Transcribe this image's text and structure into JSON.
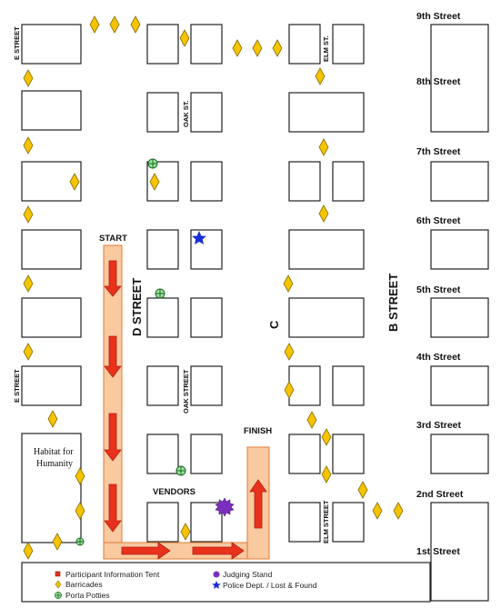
{
  "streets": {
    "s9": "9th Street",
    "s8": "8th Street",
    "s7": "7th Street",
    "s6": "6th Street",
    "s5": "5th Street",
    "s4": "4th Street",
    "s3": "3rd Street",
    "s2": "2nd Street",
    "s1": "1st Street",
    "e_top": "E STREET",
    "e_bottom": "E STREET",
    "d": "D STREET",
    "c": "C",
    "b": "B STREET",
    "oak_top": "OAK ST.",
    "oak_bottom": "OAK STREET",
    "elm_top": "ELM ST.",
    "elm_bottom": "ELM STREET"
  },
  "labels": {
    "start": "START",
    "finish": "FINISH",
    "vendors": "VENDORS",
    "habitat_line1": "Habitat for",
    "habitat_line2": "Humanity"
  },
  "legend": {
    "info_tent": "Participant Information Tent",
    "barricades": "Barricades",
    "porta_potties": "Porta Potties",
    "judging_stand": "Judging Stand",
    "police": "Police Dept. / Lost & Found"
  },
  "colors": {
    "route_fill": "#f9c9a0",
    "route_stroke": "#e07b33",
    "arrow": "#e8321c",
    "barricade": "#f5c400",
    "potty": "#2f9e3a",
    "judging": "#7b2fbe",
    "police": "#1a2fd6"
  },
  "icons": {
    "barricade": "diamond",
    "potty": "circle-plus",
    "judging": "starburst",
    "police": "star",
    "info_tent": "square"
  }
}
